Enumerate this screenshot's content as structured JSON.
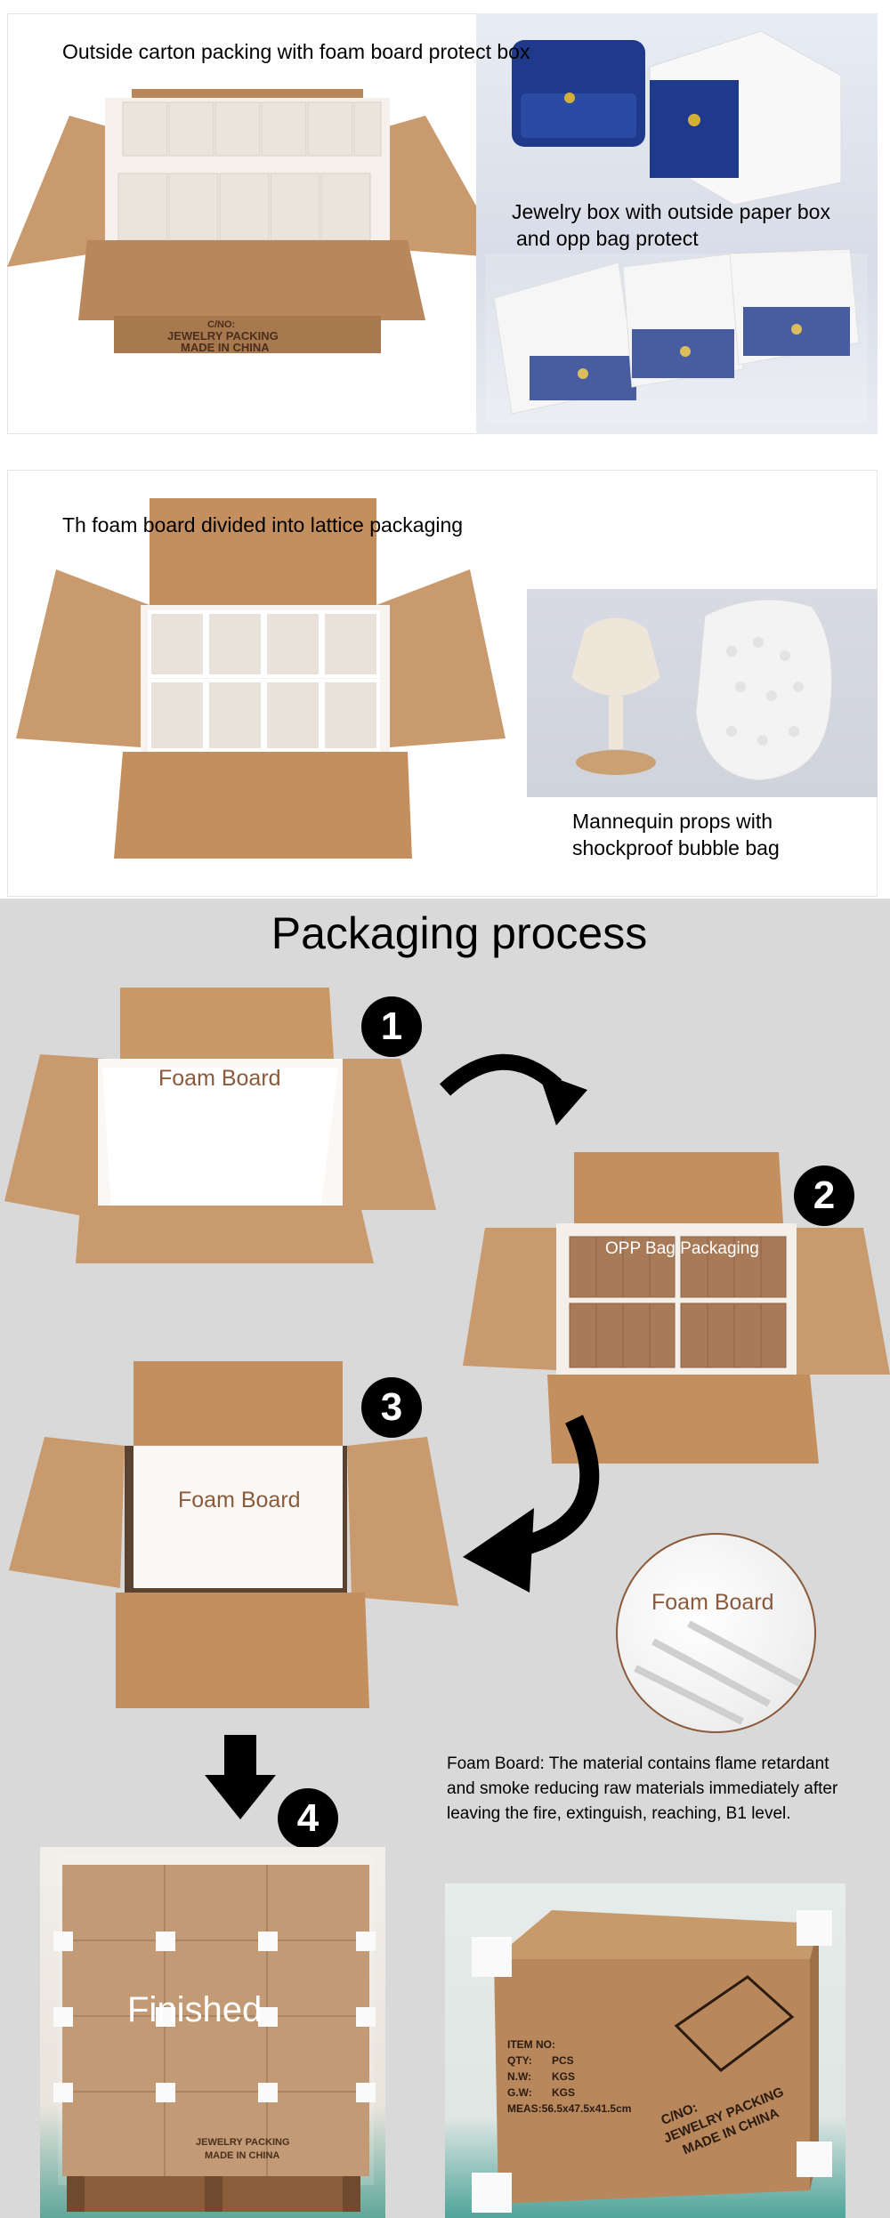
{
  "section1": {
    "caption_left": "Outside carton packing with foam board protect box",
    "caption_right_line1": "Jewelry box with outside paper box",
    "caption_right_line2": "and opp bag protect",
    "carton_print_line1": "C/NO:",
    "carton_print_line2": "JEWELRY PACKING",
    "carton_print_line3": "MADE IN CHINA"
  },
  "section2": {
    "caption_top": "Th foam board divided into lattice packaging",
    "caption_right_line1": "Mannequin props with",
    "caption_right_line2": "shockproof bubble bag"
  },
  "process": {
    "title": "Packaging process",
    "step1_number": "1",
    "step1_label": "Foam Board",
    "step2_number": "2",
    "step2_label": "OPP  Bag Packaging",
    "step3_number": "3",
    "step3_label": "Foam Board",
    "step4_number": "4",
    "finished_label": "Finished",
    "foam_circle_label": "Foam Board",
    "foam_desc_line1": "Foam Board: The material contains flame retardant",
    "foam_desc_line2": "and smoke reducing raw materials immediately after",
    "foam_desc_line3": "leaving the fire, extinguish, reaching, B1 level.",
    "pallet_print_line1": "JEWELRY PACKING",
    "pallet_print_line2": "MADE IN CHINA",
    "crate_item_no": "ITEM NO:",
    "crate_qty": "QTY:",
    "crate_qty_unit": "PCS",
    "crate_nw": "N.W:",
    "crate_nw_unit": "KGS",
    "crate_gw": "G.W:",
    "crate_gw_unit": "KGS",
    "crate_meas": "MEAS:56.5x47.5x41.5cm",
    "crate_cno": "C/NO:",
    "crate_print_line1": "JEWELRY PACKING",
    "crate_print_line2": "MADE IN CHINA"
  },
  "colors": {
    "cardboard": "#b8875c",
    "cardboard_light": "#c99a6d",
    "foam": "#f7f3ef",
    "gray_bg": "#d9d9d9",
    "label_brown": "#8a5a3b",
    "jewelry_blue": "#1f3a8a"
  }
}
